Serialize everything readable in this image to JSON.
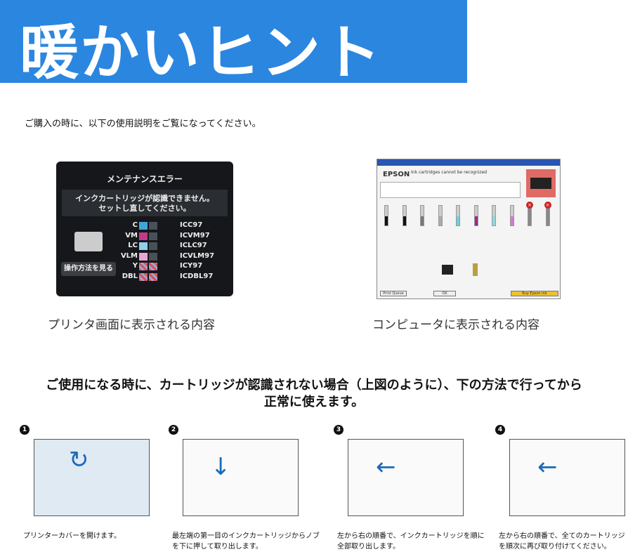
{
  "banner": {
    "title": "暖かいヒント",
    "color": "#2b86e0"
  },
  "intro": "ご購入の時に、以下の使用説明をご覧になってください。",
  "printer_screen": {
    "header": "メンテナンスエラー",
    "message_line1": "インクカートリッジが認識できません。",
    "message_line2": "セットし直してください。",
    "inks": [
      {
        "label": "C",
        "code": "ICC97",
        "color": "#3fa7d6"
      },
      {
        "label": "VM",
        "code": "ICVM97",
        "color": "#c03a8a"
      },
      {
        "label": "LC",
        "code": "ICLC97",
        "color": "#8fd0ea"
      },
      {
        "label": "VLM",
        "code": "ICVLM97",
        "color": "#e6a7d2"
      },
      {
        "label": "Y",
        "code": "ICY97",
        "color": "error"
      },
      {
        "label": "DBL",
        "code": "ICDBL97",
        "color": "error"
      }
    ],
    "button": "操作方法を見る",
    "caption": "プリンタ画面に表示される内容"
  },
  "computer_screen": {
    "brand": "EPSON",
    "message": "Ink cartridges cannot be recognized",
    "ink_colors": [
      "#111111",
      "#111111",
      "#777777",
      "#aaaaaa",
      "#6fd0d8",
      "#a0288a",
      "#8fd8df",
      "#d07ad0",
      "error",
      "error"
    ],
    "buttons": [
      "Print Queue",
      "OK",
      "Buy Epson Ink"
    ],
    "caption": "コンピュータに表示される内容"
  },
  "heading": {
    "line1": "ご使用になる時に、カートリッジが認識されない場合（上図のように）、下の方法で行ってから",
    "line2": "正常に使えます。"
  },
  "steps": [
    {
      "number": "1",
      "text": "プリンターカバーを開けます。"
    },
    {
      "number": "2",
      "text": "最左端の第一目のインクカートリッジからノブを下に押して取り出します。"
    },
    {
      "number": "3",
      "text": "左から右の順番で、インクカートリッジを順に全部取り出します。"
    },
    {
      "number": "4",
      "text": "左から右の順番で、全てのカートリッジを順次に再び取り付けてください。"
    }
  ]
}
